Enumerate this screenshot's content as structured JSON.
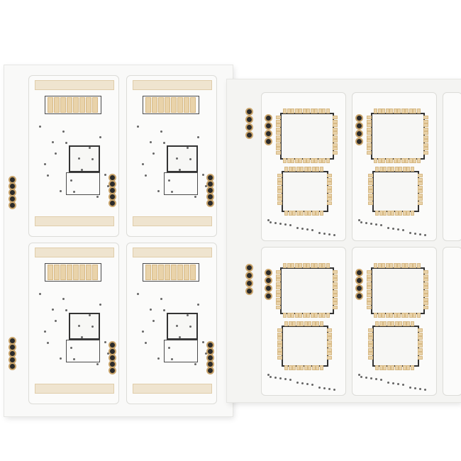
{
  "scene": {
    "description_colors": {
      "board_white": "#f7f7f5",
      "pad_gold": "#e9d3aa",
      "silkscreen": "#333333",
      "through_hole": "#2a2a2a"
    },
    "icons": [
      "pcb-panel",
      "qfp-chip",
      "header-pins",
      "gold-pad"
    ]
  }
}
